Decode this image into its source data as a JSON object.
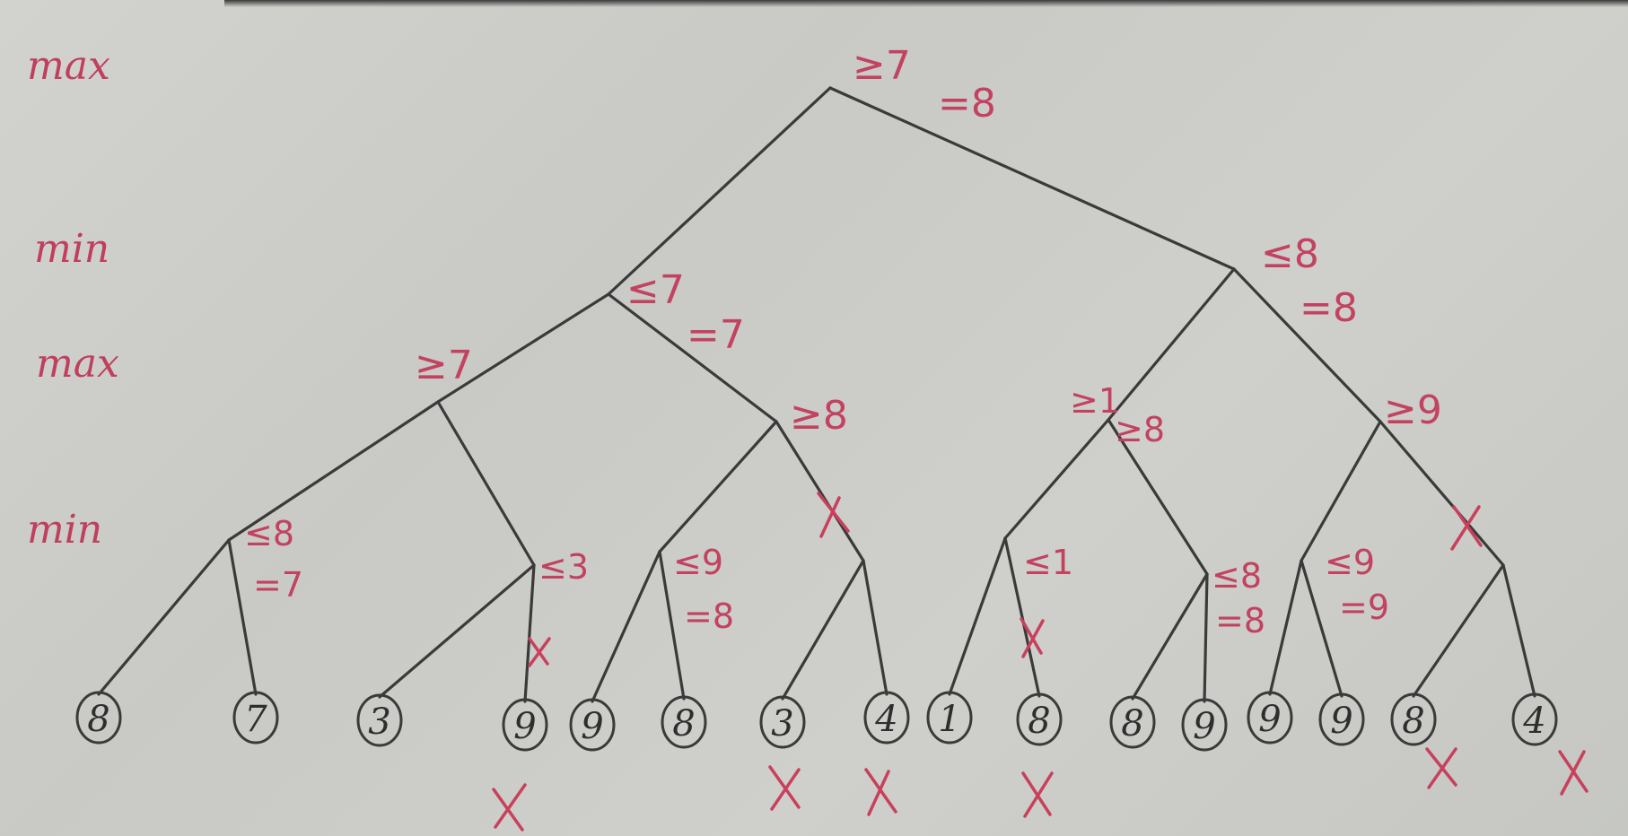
{
  "levels": [
    "max",
    "min",
    "max",
    "min"
  ],
  "leaves": [
    "8",
    "7",
    "3",
    "9",
    "9",
    "8",
    "3",
    "4",
    "1",
    "8",
    "8",
    "9",
    "9",
    "9",
    "8",
    "4"
  ],
  "annotations": {
    "root": [
      "≥7",
      "=8"
    ],
    "min_left": [
      "≤7",
      "=7"
    ],
    "min_right": [
      "≤8",
      "=8"
    ],
    "max_ll": [
      "≥7"
    ],
    "max_lr": [
      "≥8"
    ],
    "max_rl": [
      "≥1",
      "≥8"
    ],
    "max_rr": [
      "≥9"
    ],
    "min_1": [
      "≤8",
      "=7"
    ],
    "min_2": [
      "≤3"
    ],
    "min_3": [
      "≤9",
      "=8"
    ],
    "min_5": [
      "≤1"
    ],
    "min_6": [
      "≤8",
      "=8"
    ],
    "min_7": [
      "≤9",
      "=9"
    ]
  }
}
